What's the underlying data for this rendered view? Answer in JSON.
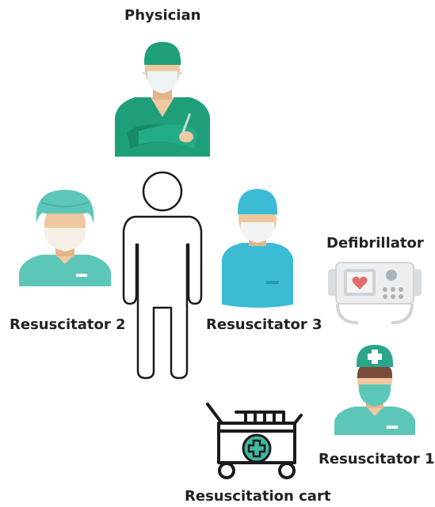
{
  "labels": {
    "physician": "Physician",
    "resuscitator_2": "Resuscitator 2",
    "resuscitator_3": "Resuscitator 3",
    "defibrillator": "Defibrillator",
    "resuscitator_1": "Resuscitator 1",
    "resuscitation_cart": "Resuscitation cart"
  },
  "colors": {
    "green_scrubs": "#1f9e7a",
    "teal_scrubs": "#5cc7b8",
    "blue_scrubs": "#3bbcd4",
    "skin": "#f0c8a0",
    "mask": "#f2f2f2",
    "hair": "#7a4a3a",
    "dark_outline": "#1a1a1a",
    "defib_gray": "#e8eaec",
    "heart": "#e06d6d"
  }
}
